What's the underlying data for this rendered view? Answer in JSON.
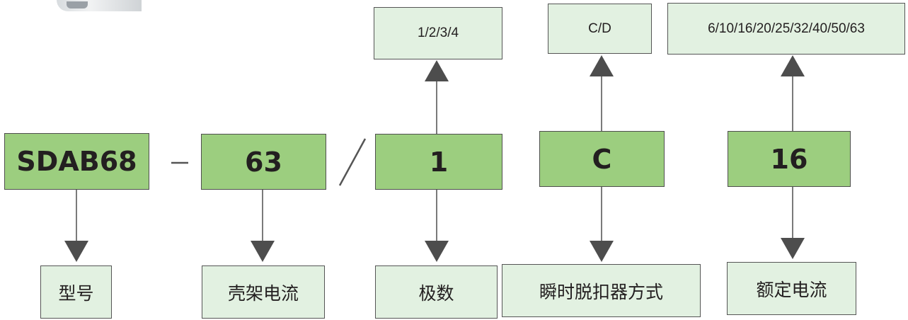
{
  "code_segments": [
    {
      "id": "model",
      "code": "SDAB68",
      "label": "型号"
    },
    {
      "id": "frame-current",
      "code": "63",
      "label": "壳架电流"
    },
    {
      "id": "poles",
      "code": "1",
      "label": "极数",
      "options": "1/2/3/4"
    },
    {
      "id": "trip-type",
      "code": "C",
      "label": "瞬时脱扣器方式",
      "options": "C/D"
    },
    {
      "id": "rated-current",
      "code": "16",
      "label": "额定电流",
      "options": "6/10/16/20/25/32/40/50/63"
    }
  ],
  "colors": {
    "main_fill": "#9cce7f",
    "option_fill": "#e2f1e1",
    "arrow": "#4d4d4d"
  }
}
